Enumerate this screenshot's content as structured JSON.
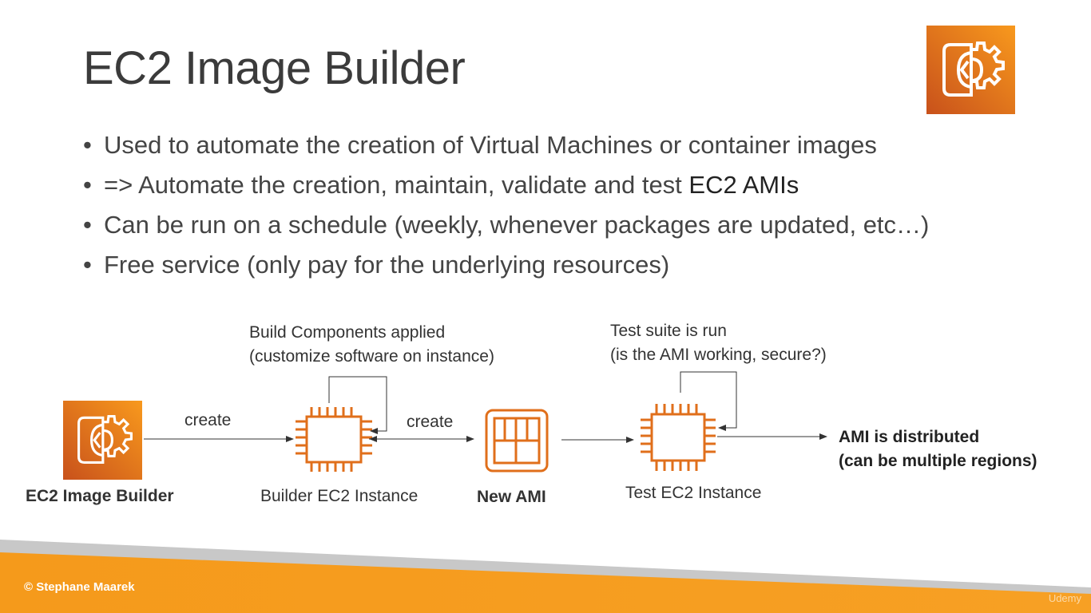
{
  "slide": {
    "title": "EC2 Image Builder",
    "bullets": [
      {
        "text": "Used to automate the creation of Virtual Machines or container images",
        "strong": ""
      },
      {
        "text": "=> Automate the creation, maintain, validate and test ",
        "strong": "EC2 AMIs"
      },
      {
        "text": "Can be run on a schedule (weekly, whenever packages are updated, etc…)",
        "strong": ""
      },
      {
        "text": "Free service (only pay for the underlying resources)",
        "strong": ""
      }
    ]
  },
  "diagram": {
    "build_note": {
      "line1": "Build Components applied",
      "line2": "(customize software on instance)"
    },
    "test_note": {
      "line1": "Test suite is run",
      "line2": "(is the AMI working, secure?)"
    },
    "arrow1_label": "create",
    "arrow2_label": "create",
    "nodes": {
      "builder_service": "EC2 Image Builder",
      "builder_instance": "Builder EC2 Instance",
      "new_ami": "New AMI",
      "test_instance": "Test EC2 Instance"
    },
    "result": {
      "line1": "AMI is distributed",
      "line2": "(can be multiple regions)"
    }
  },
  "footer": {
    "copyright": "© Stephane Maarek",
    "watermark": "Udemy"
  },
  "colors": {
    "accent_orange": "#f7981d",
    "icon_orange": "#e8731a",
    "icon_dark": "#d4551c"
  }
}
